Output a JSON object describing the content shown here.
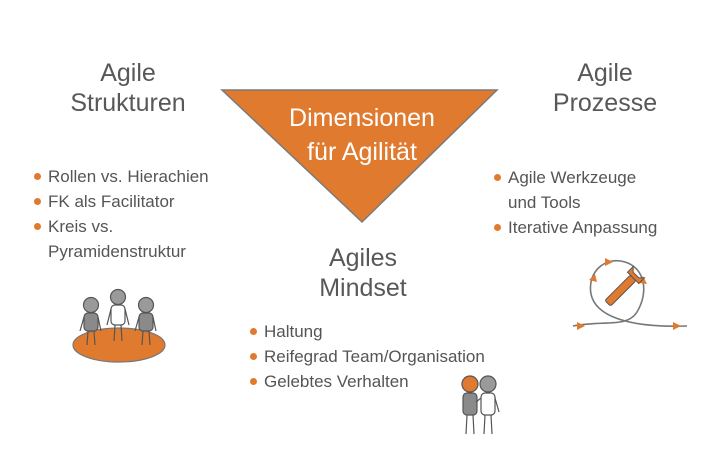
{
  "colors": {
    "accent": "#e07a2e",
    "text": "#555555",
    "figure": "#8a8a8a"
  },
  "center": {
    "title_line1": "Dimensionen",
    "title_line2": "für Agilität"
  },
  "strukturen": {
    "title_line1": "Agile",
    "title_line2": "Strukturen",
    "bullets": [
      "Rollen vs. Hierachien",
      "FK als Facilitator",
      "Kreis vs.",
      "Pyramidenstruktur"
    ]
  },
  "prozesse": {
    "title_line1": "Agile",
    "title_line2": "Prozesse",
    "bullets": [
      "Agile Werkzeuge",
      "und Tools",
      "Iterative Anpassung"
    ]
  },
  "mindset": {
    "title_line1": "Agiles",
    "title_line2": "Mindset",
    "bullets": [
      "Haltung",
      "Reifegrad Team/Organisation",
      "Gelebtes Verhalten"
    ]
  },
  "icons": [
    "team-circle-icon",
    "wrench-cycle-icon",
    "two-people-icon"
  ]
}
